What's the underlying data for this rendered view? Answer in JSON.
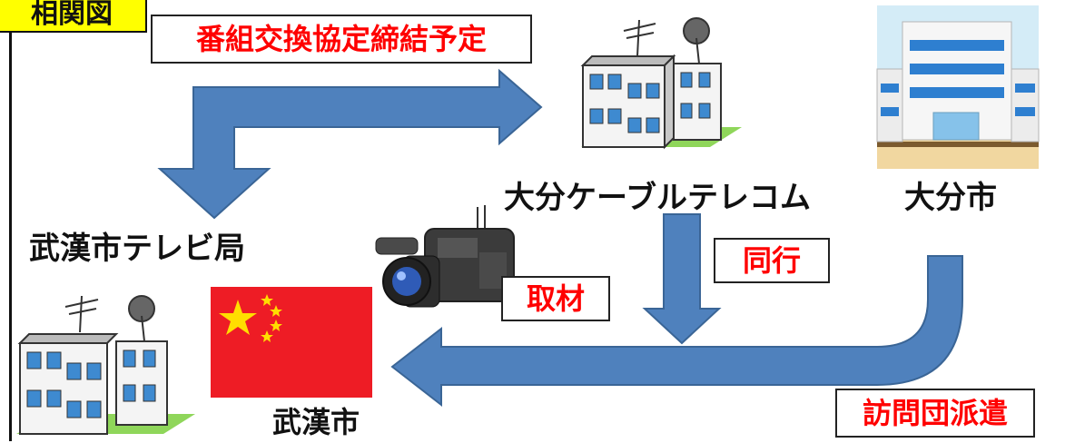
{
  "title": "相関図",
  "agreement_label": "番組交換協定締結予定",
  "nodes": {
    "oita_cable": "大分ケーブルテレコム",
    "oita_city": "大分市",
    "wuhan_tv": "武漢市テレビ局",
    "wuhan_city": "武漢市"
  },
  "labels": {
    "accompany": "同行",
    "coverage": "取材",
    "delegation": "訪問団派遣"
  },
  "colors": {
    "arrow": "#4f81bd",
    "arrow_edge": "#3a6596",
    "label_text": "#ff0000",
    "title_bg": "#ffff00",
    "flag_red": "#ee1c25",
    "flag_star": "#ffde00"
  },
  "icons": {
    "building": "tv-station-building-icon",
    "city_hall": "city-hall-building-icon",
    "camera": "video-camera-icon",
    "flag": "china-flag-icon"
  }
}
